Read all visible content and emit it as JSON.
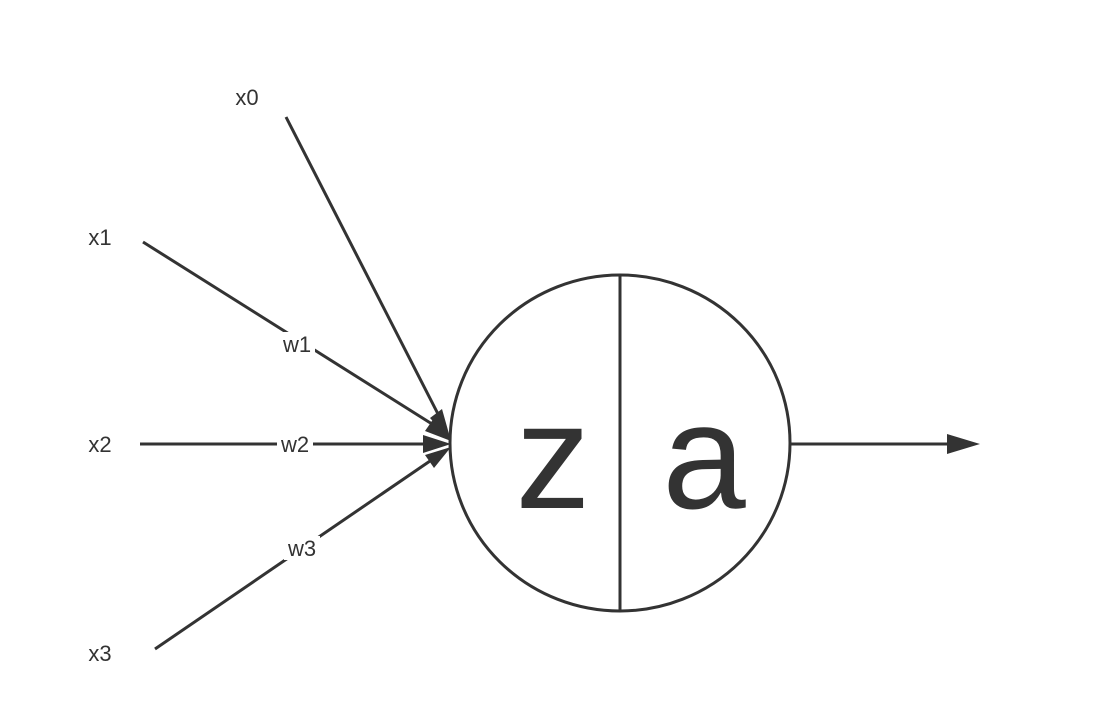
{
  "inputs": [
    {
      "label": "x0"
    },
    {
      "label": "x1",
      "weight": "w1"
    },
    {
      "label": "x2",
      "weight": "w2"
    },
    {
      "label": "x3",
      "weight": "w3"
    }
  ],
  "neuron": {
    "left_symbol": "z",
    "right_symbol": "a"
  },
  "colors": {
    "stroke": "#333333",
    "background": "#ffffff"
  }
}
